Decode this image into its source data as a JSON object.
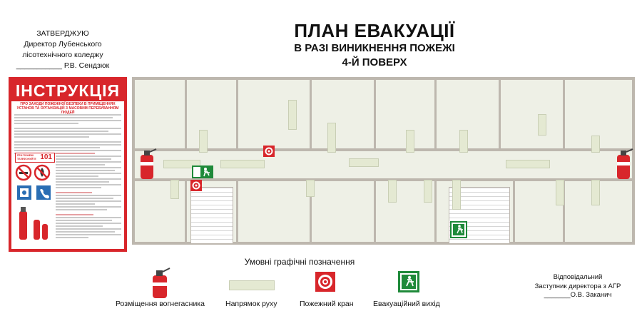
{
  "approval": {
    "line1": "ЗАТВЕРДЖУЮ",
    "line2": "Директор Лубенського",
    "line3": "лісотехнічного коледжу",
    "line4": "___________ Р.В. Сендзюк"
  },
  "title": {
    "main": "ПЛАН ЕВАКУАЦІЇ",
    "sub": "В РАЗІ ВИНИКНЕННЯ ПОЖЕЖІ",
    "floor": "4-Й ПОВЕРХ"
  },
  "instruction": {
    "header": "ІНСТРУКЦІЯ",
    "subtitle": "ПРО ЗАХОДИ ПОЖЕЖНОЇ БЕЗПЕКИ В ПРИМІЩЕННЯХ УСТАНОВ ТА ОРГАНІЗАЦІЙ З МАСОВИМ ПЕРЕБУВАННЯМ ЛЮДЕЙ",
    "phone_label": "ПРИ ПОЖЕЖІ ТЕЛЕФОНУЙТЕ",
    "phone_number": "101"
  },
  "legend": {
    "title": "Умовні графічні позначення",
    "items": [
      {
        "label": "Розміщення вогнегасника",
        "icon": "fire-extinguisher-icon"
      },
      {
        "label": "Напрямок руху",
        "icon": "direction-arrow-icon"
      },
      {
        "label": "Пожежний кран",
        "icon": "fire-hose-icon"
      },
      {
        "label": "Евакуаційний вихід",
        "icon": "exit-icon"
      }
    ]
  },
  "responsible": {
    "line1": "Відповідальний",
    "line2": "Заступник директора з АГР",
    "line3": "_______О.В. Заканич"
  },
  "colors": {
    "red": "#d8262b",
    "green": "#1f8a3a",
    "wall": "#bdb7ae",
    "floor": "#eef0e6",
    "arrow": "#e4e9d2"
  }
}
